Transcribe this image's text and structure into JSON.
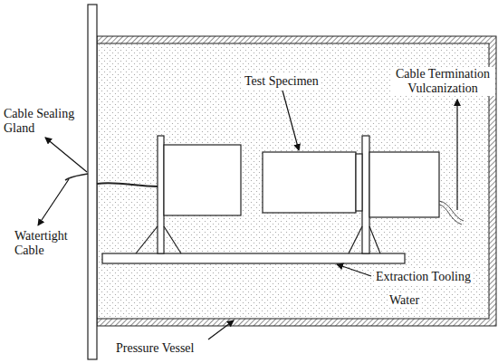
{
  "diagram": {
    "labels": [
      "Cable Sealing Gland",
      "Watertight Cable",
      "Test Specimen",
      "Cable Termination Vulcanization",
      "Extraction Tooling",
      "Water",
      "Pressure Vessel"
    ]
  }
}
